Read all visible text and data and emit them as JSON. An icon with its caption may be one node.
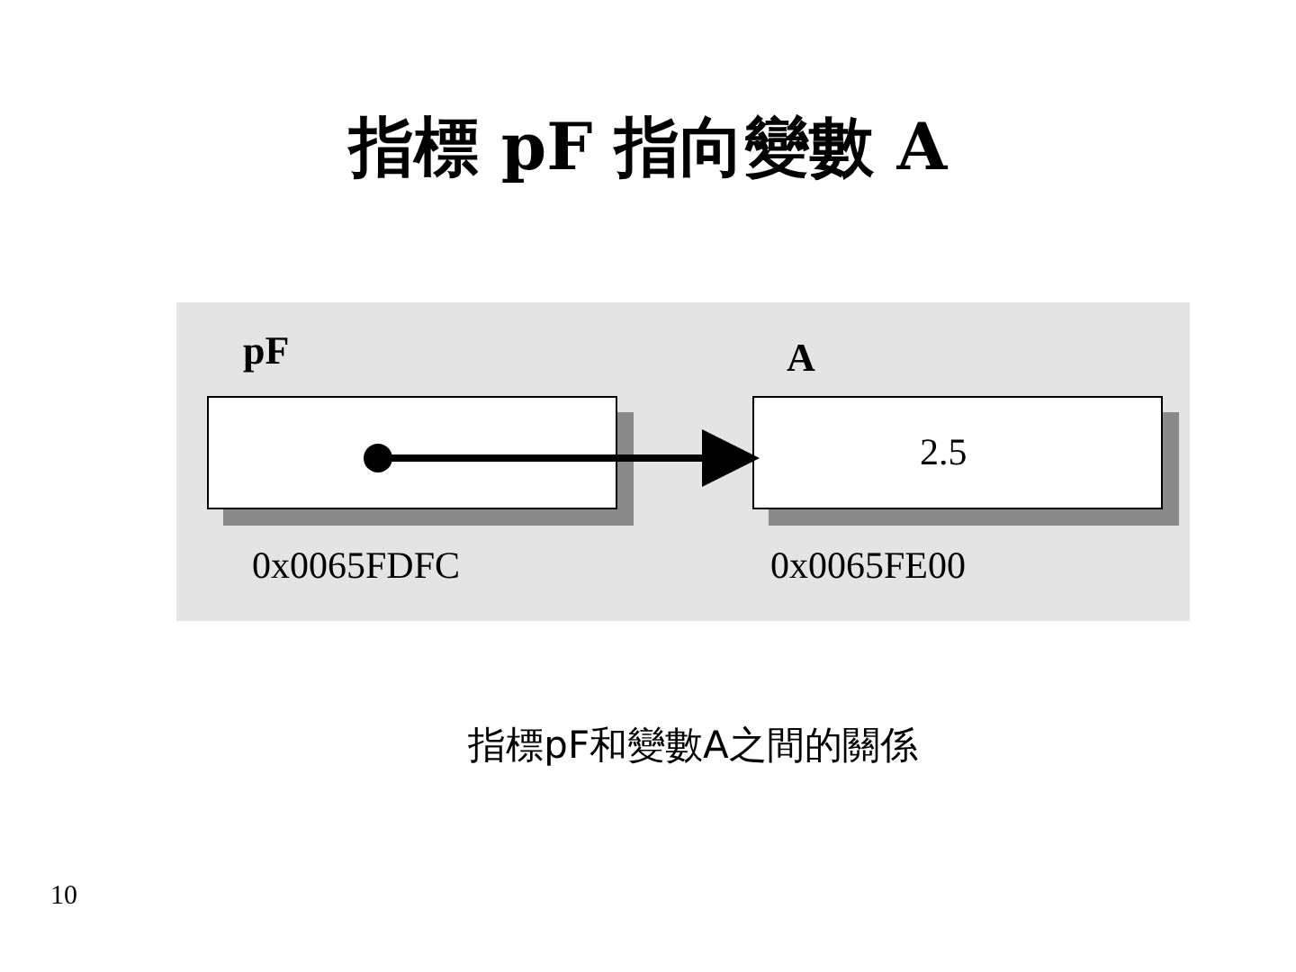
{
  "diagram": {
    "title": "指標 pF 指向變數 A",
    "caption": "指標pF和變數A之間的關係",
    "nodes": [
      {
        "text": [
          "pF"
        ],
        "beside": [
          "0x0065FDFC"
        ]
      },
      {
        "text": [
          "A",
          "2.5"
        ],
        "beside": [
          "0x0065FE00"
        ]
      }
    ],
    "edges": [
      {
        "from": 0,
        "to": 1,
        "arrow": "to"
      }
    ],
    "labels": [
      "10"
    ]
  }
}
